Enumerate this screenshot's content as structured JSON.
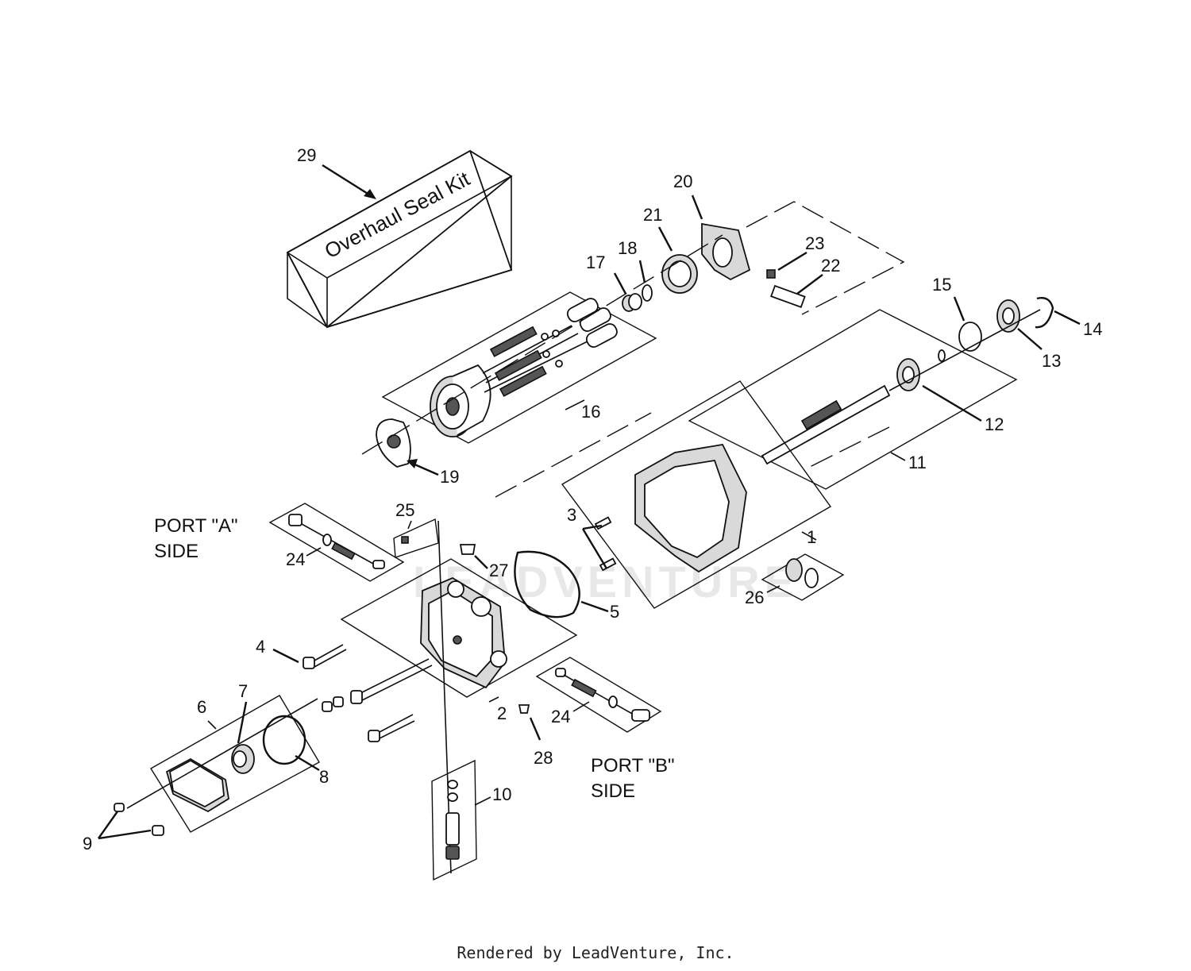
{
  "seal_kit": {
    "label": "Overhaul Seal Kit"
  },
  "port_labels": {
    "port_a_line1": "PORT \"A\"",
    "port_a_line2": "SIDE",
    "port_b_line1": "PORT \"B\"",
    "port_b_line2": "SIDE"
  },
  "watermark": "LEADVENTURE",
  "footer": "Rendered by LeadVenture, Inc.",
  "callouts": {
    "c1": "1",
    "c2": "2",
    "c3": "3",
    "c4": "4",
    "c5": "5",
    "c6": "6",
    "c7": "7",
    "c8": "8",
    "c9": "9",
    "c10": "10",
    "c11": "11",
    "c12": "12",
    "c13": "13",
    "c14": "14",
    "c15": "15",
    "c16": "16",
    "c17": "17",
    "c18": "18",
    "c19": "19",
    "c20": "20",
    "c21": "21",
    "c22": "22",
    "c23": "23",
    "c24a": "24",
    "c24b": "24",
    "c25": "25",
    "c26": "26",
    "c27": "27",
    "c28": "28",
    "c29": "29"
  }
}
